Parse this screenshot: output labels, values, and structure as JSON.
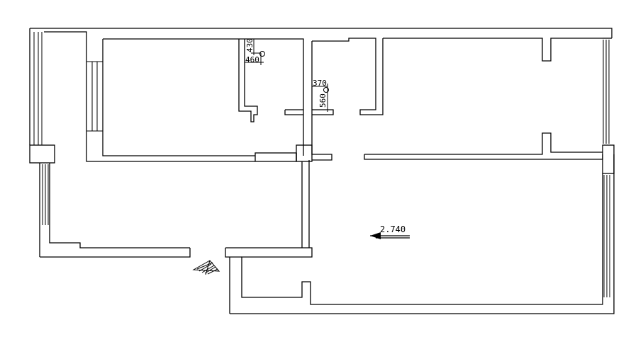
{
  "plan": {
    "dimensions": [
      {
        "id": "dim-430",
        "text": "430"
      },
      {
        "id": "dim-460",
        "text": "460"
      },
      {
        "id": "dim-370",
        "text": "370"
      },
      {
        "id": "dim-560",
        "text": "560"
      }
    ],
    "level_mark": "2.740",
    "icons": [
      "north-arrow-icon",
      "level-arrow-icon"
    ]
  }
}
